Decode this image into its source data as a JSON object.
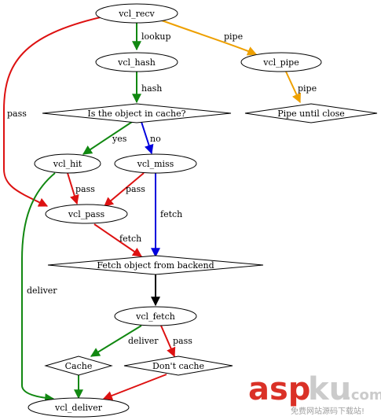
{
  "nodes": {
    "vcl_recv": "vcl_recv",
    "vcl_hash": "vcl_hash",
    "vcl_pipe": "vcl_pipe",
    "pipe_until_close": "Pipe until close",
    "in_cache": "Is the object in cache?",
    "vcl_hit": "vcl_hit",
    "vcl_miss": "vcl_miss",
    "vcl_pass": "vcl_pass",
    "fetch_backend": "Fetch object from backend",
    "vcl_fetch": "vcl_fetch",
    "cache": "Cache",
    "dont_cache": "Don't cache",
    "vcl_deliver": "vcl_deliver"
  },
  "edges": {
    "recv_hash": "lookup",
    "recv_pipe": "pipe",
    "recv_pass": "pass",
    "hash_cache": "hash",
    "pipe_close": "pipe",
    "cache_hit": "yes",
    "cache_miss": "no",
    "hit_pass": "pass",
    "miss_pass": "pass",
    "miss_fetch": "fetch",
    "pass_fetch": "fetch",
    "hit_deliver": "deliver",
    "fetch_cache": "deliver",
    "fetch_dontcache": "pass"
  },
  "colors": {
    "green": "#118811",
    "red": "#dd1111",
    "orange": "#eea000",
    "blue": "#0000dd",
    "black": "#000000"
  },
  "watermark": {
    "asp": "asp",
    "ku": "ku",
    "com": ".com",
    "sub": "免费网站源码下载站!"
  }
}
